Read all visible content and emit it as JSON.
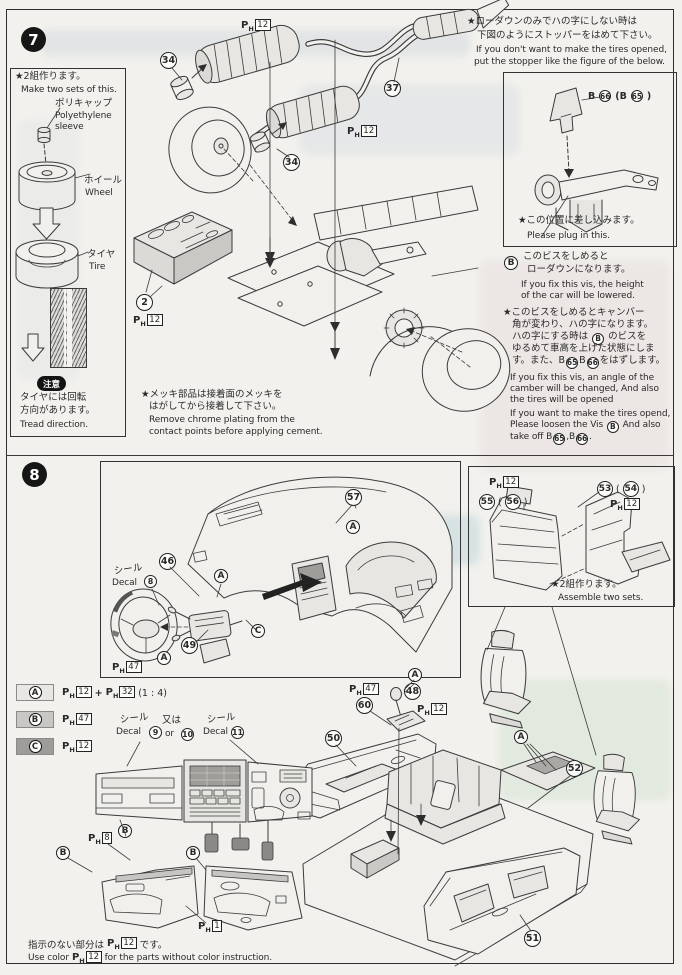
{
  "theme": {
    "page_bg": "#f2f1ed",
    "ink": "#2a2a2a",
    "swatch_a": "#e8e7e3",
    "swatch_b": "#c8c7c4",
    "swatch_c": "#9d9c99"
  },
  "paint_code": {
    "p": "P",
    "h": "H"
  },
  "marks": {
    "a": "A",
    "b": "B",
    "c": "C"
  },
  "step7": {
    "badge": "7",
    "wheel_box": {
      "note_jp": "★2組作ります。",
      "note_en": "Make two sets of this.",
      "polycap_jp": "ポリキャップ",
      "polycap_en1": "Polyethylene",
      "polycap_en2": "sleeve",
      "wheel_jp": "ホイール",
      "wheel_en": "Wheel",
      "tire_jp": "タイヤ",
      "tire_en": "Tire",
      "caution": "注意",
      "rotation_jp1": "タイヤには回転",
      "rotation_jp2": "方向があります。",
      "rotation_en": "Tread direction."
    },
    "parts": {
      "c34a": "34",
      "c34b": "34",
      "c37": "37",
      "c2": "2"
    },
    "paint": {
      "muffler_top": "12",
      "muffler_mid": "12",
      "tray": "12"
    },
    "stopper_note": {
      "jp1": "★ローダウンのみでハの字にしない時は",
      "jp2": "下図のようにストッパーをはめて下さい。",
      "en1": "If you don't want to make the tires opened,",
      "en2": "put the stopper like the figure of the below."
    },
    "stopper_box": {
      "b1": "B",
      "n66": "66",
      "b2": "(B",
      "n65": "65",
      "close": ")",
      "plug_jp": "★この位置に差し込みます。",
      "plug_en": "Please plug in this."
    },
    "vis_note": {
      "jp1": "このビスをしめると",
      "jp2": "ローダウンになります。",
      "en1": "If you fix this vis, the height",
      "en2": "of the car will be lowered."
    },
    "camber_note": {
      "jp1": "★このビスをしめるとキャンバー",
      "jp2": "角が変わり、ハの字になります。",
      "jp3a": "ハの字にする時は",
      "jp3b": "のビスを",
      "jp4": "ゆるめて車高を上げた状態にしま",
      "jp5a": "す。また、B",
      "n65": "65",
      "jp5b": "B",
      "n66": "66",
      "jp5c": "をはずします。",
      "en1": "If you fix this vis, an angle of the",
      "en2": "camber will be changed, And also",
      "en3": "the tires will be opened",
      "en4": "If you want to make the tires opend,",
      "en5a": "Please loosen the Vis",
      "en5b": "And also",
      "en6a": "take off B",
      "en6b": ",B",
      "en6c": "."
    },
    "chrome_note": {
      "jp1": "★メッキ部品は接着面のメッキを",
      "jp2": "はがしてから接着して下さい。",
      "en1": "Remove chrome plating from the",
      "en2": "contact points before applying cement."
    }
  },
  "step8": {
    "badge": "8",
    "dash_box": {
      "c57": "57",
      "c46": "46",
      "c49": "49",
      "decal_jp": "シール",
      "decal_en": "Decal",
      "decal_n": "8",
      "paint_column": "47"
    },
    "seat_box": {
      "n53": "53",
      "n54": "54",
      "n55": "55",
      "n56": "56",
      "paren_open": "(",
      "paren_close": ")",
      "paint_left": "12",
      "paint_right": "12",
      "note_jp": "★2組作ります。",
      "note_en": "Assemble two sets."
    },
    "legend": {
      "a_n1": "12",
      "plus": "+",
      "a_n2": "32",
      "ratio": "(1 : 4)",
      "b_n": "47",
      "c_n": "12"
    },
    "decal_left": {
      "jp": "シール",
      "en": "Decal",
      "n1": "9",
      "or_jp": "又は",
      "or_en": "or",
      "n2": "10"
    },
    "decal_right": {
      "jp": "シール",
      "en": "Decal",
      "n": "11"
    },
    "parts": {
      "c48": "48",
      "c60": "60",
      "c50": "50",
      "c51": "51",
      "c52": "52"
    },
    "paint": {
      "knob": "47",
      "boot": "12",
      "dash_front": "8",
      "door": "1"
    },
    "footer": {
      "jp_a": "指示のない部分は",
      "jp_n": "12",
      "jp_b": "です。",
      "en_a": "Use color",
      "en_n": "12",
      "en_b": "for the parts without color instruction."
    }
  }
}
